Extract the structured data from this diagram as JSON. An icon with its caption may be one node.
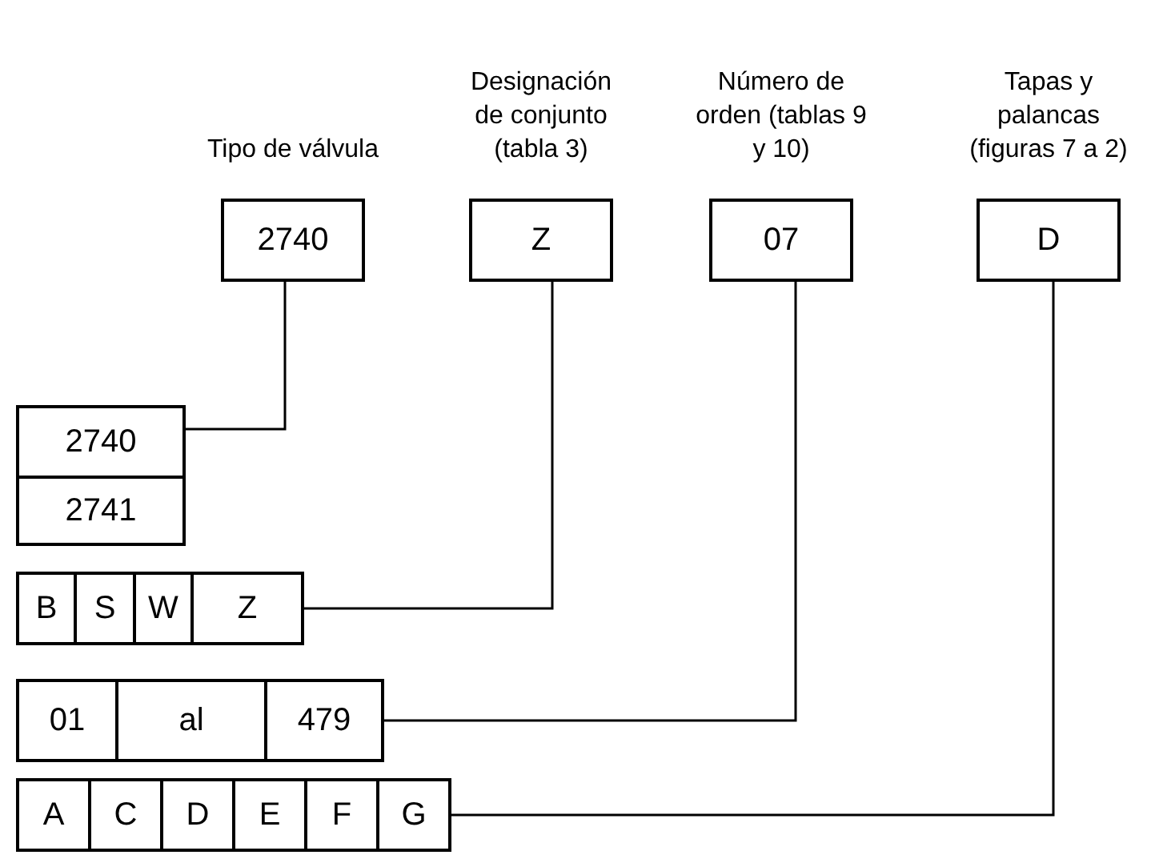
{
  "diagram": {
    "nodes": [
      {
        "text": [
          "Tipo de válvula",
          "2740"
        ]
      },
      {
        "text": [
          "Designación de conjunto (tabla 3)",
          "Z"
        ]
      },
      {
        "text": [
          "Número de orden (tablas 9 y 10)",
          "07"
        ]
      },
      {
        "text": [
          "Tapas y palancas (figuras 7 a 2)",
          "D"
        ]
      },
      {
        "text": [],
        "shape": "box"
      },
      {
        "text": [
          "2740"
        ],
        "in": 4
      },
      {
        "text": [
          "2741"
        ],
        "in": 4
      },
      {
        "text": [],
        "shape": "box"
      },
      {
        "text": [
          "B"
        ],
        "in": 7
      },
      {
        "text": [
          "S"
        ],
        "in": 7
      },
      {
        "text": [
          "W"
        ],
        "in": 7
      },
      {
        "text": [
          "Z"
        ],
        "in": 7
      },
      {
        "text": [],
        "shape": "box"
      },
      {
        "text": [
          "01"
        ],
        "in": 12
      },
      {
        "text": [
          "al"
        ],
        "in": 12
      },
      {
        "text": [
          "479"
        ],
        "in": 12
      },
      {
        "text": [],
        "shape": "box"
      },
      {
        "text": [
          "A"
        ],
        "in": 16
      },
      {
        "text": [
          "C"
        ],
        "in": 16
      },
      {
        "text": [
          "D"
        ],
        "in": 16
      },
      {
        "text": [
          "E"
        ],
        "in": 16
      },
      {
        "text": [
          "F"
        ],
        "in": 16
      },
      {
        "text": [
          "G"
        ],
        "in": 16
      }
    ],
    "edges": [
      {
        "from": 0,
        "to": 4,
        "arrow": "none"
      },
      {
        "from": 1,
        "to": 7,
        "arrow": "none"
      },
      {
        "from": 2,
        "to": 12,
        "arrow": "none"
      },
      {
        "from": 3,
        "to": 16,
        "arrow": "none"
      }
    ]
  }
}
